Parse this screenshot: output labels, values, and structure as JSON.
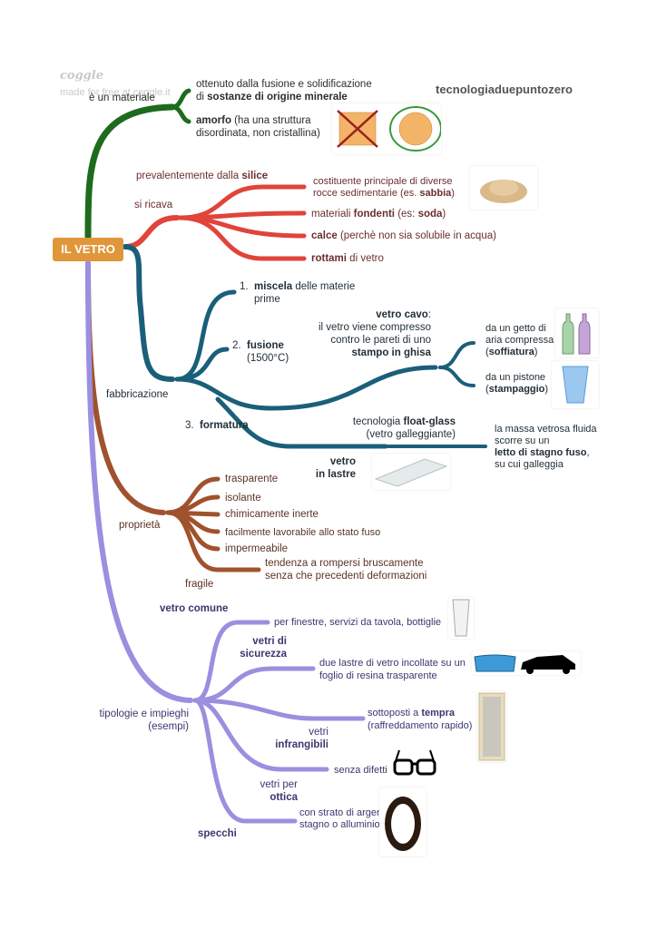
{
  "watermark": {
    "logo": "coggle",
    "tagline": "made for free at coggle.it"
  },
  "brand": "tecnologiaduepuntozero",
  "colors": {
    "root": "#e0963a",
    "materiale": "#1e6b1e",
    "ricava": "#e0443a",
    "fabbricazione": "#1a5f7a",
    "proprieta": "#a0522d",
    "tipologie": "#9b8fe0"
  },
  "root": {
    "label": "IL VETRO"
  },
  "materiale": {
    "label": "è un materiale",
    "children": [
      {
        "pre": "ottenuto dalla fusione e solidificazione",
        "line2_pre": "di ",
        "line2_bold": "sostanze di origine minerale"
      },
      {
        "bold": "amorfo",
        "rest": " (ha una struttura",
        "line2": "disordinata, non cristallina)",
        "image": "crystal-vs-amorphous-image"
      }
    ]
  },
  "ricava": {
    "label": "si ricava",
    "silice": {
      "pre": "prevalentemente dalla ",
      "bold": "silice"
    },
    "children": [
      {
        "line1": "costituente principale di diverse",
        "line2_pre": "rocce sedimentarie (es. ",
        "line2_bold": "sabbia",
        "line2_post": ")",
        "image": "sand-image"
      },
      {
        "pre": "materiali ",
        "bold": "fondenti",
        "mid": " (es: ",
        "bold2": "soda",
        "post": ")"
      },
      {
        "bold": "calce",
        "rest": " (perchè non sia solubile in acqua)"
      },
      {
        "bold": "rottami",
        "rest": " di vetro"
      }
    ]
  },
  "fabbricazione": {
    "label": "fabbricazione",
    "step1": {
      "num": "1.",
      "bold": "miscela",
      "rest": " delle materie",
      "line2": "prime"
    },
    "step2": {
      "num": "2.",
      "bold": "fusione",
      "line2": "(1500°C)"
    },
    "step3": {
      "num": "3.",
      "bold": "formatura"
    },
    "cavo": {
      "bold": "vetro cavo",
      "colon": ":",
      "line2": "il vetro viene compresso",
      "line3": "contro le pareti di uno",
      "line4_bold": "stampo in ghisa"
    },
    "soffiatura": {
      "line1": "da un getto di",
      "line2": "aria compressa",
      "line3_pre": "(",
      "line3_bold": "soffiatura",
      "line3_post": ")",
      "image": "bottles-image"
    },
    "stampaggio": {
      "line1": "da un pistone",
      "line2_pre": "(",
      "line2_bold": "stampaggio",
      "line2_post": ")",
      "image": "glass-cup-image"
    },
    "float": {
      "pre": "tecnologia ",
      "bold": "float-glass",
      "line2": "(vetro galleggiante)"
    },
    "lastre": {
      "line1": "vetro",
      "line2": "in lastre",
      "image": "glass-sheet-image"
    },
    "stagno": {
      "line1": "la massa vetrosa fluida",
      "line2": "scorre su un",
      "line3_bold": "letto di stagno fuso",
      "line3_post": ",",
      "line4": "su cui galleggia"
    }
  },
  "proprieta": {
    "label": "proprietà",
    "items": [
      "trasparente",
      "isolante",
      "chimicamente inerte",
      "facilmente lavorabile allo stato fuso",
      "impermeabile"
    ],
    "fragile": {
      "label": "fragile",
      "line1": "tendenza a rompersi bruscamente",
      "line2": "senza che precedenti deformazioni"
    }
  },
  "tipologie": {
    "label1": "tipologie e impieghi",
    "label2": "(esempi)",
    "comune": {
      "label": "vetro comune",
      "desc": "per finestre, servizi da tavola, bottiglie",
      "image": "drinking-glass-image"
    },
    "sicurezza": {
      "label1": "vetri di",
      "label2": "sicurezza",
      "desc1": "due lastre di vetro incollate su un",
      "desc2": "foglio di resina trasparente",
      "image": "windshield-car-image"
    },
    "infrangibili": {
      "label1": "vetri",
      "label2": "infrangibili",
      "desc_pre": "sottoposti a ",
      "desc_bold": "tempra",
      "desc2": "(raffreddamento rapido)",
      "image": "glass-door-image"
    },
    "ottica": {
      "label1": "vetri per",
      "label2": "ottica",
      "desc": "senza difetti",
      "image": "eyeglasses-image"
    },
    "specchi": {
      "label": "specchi",
      "desc1": "con strato di argento",
      "desc2": "stagno o alluminio",
      "image": "mirror-image"
    }
  }
}
